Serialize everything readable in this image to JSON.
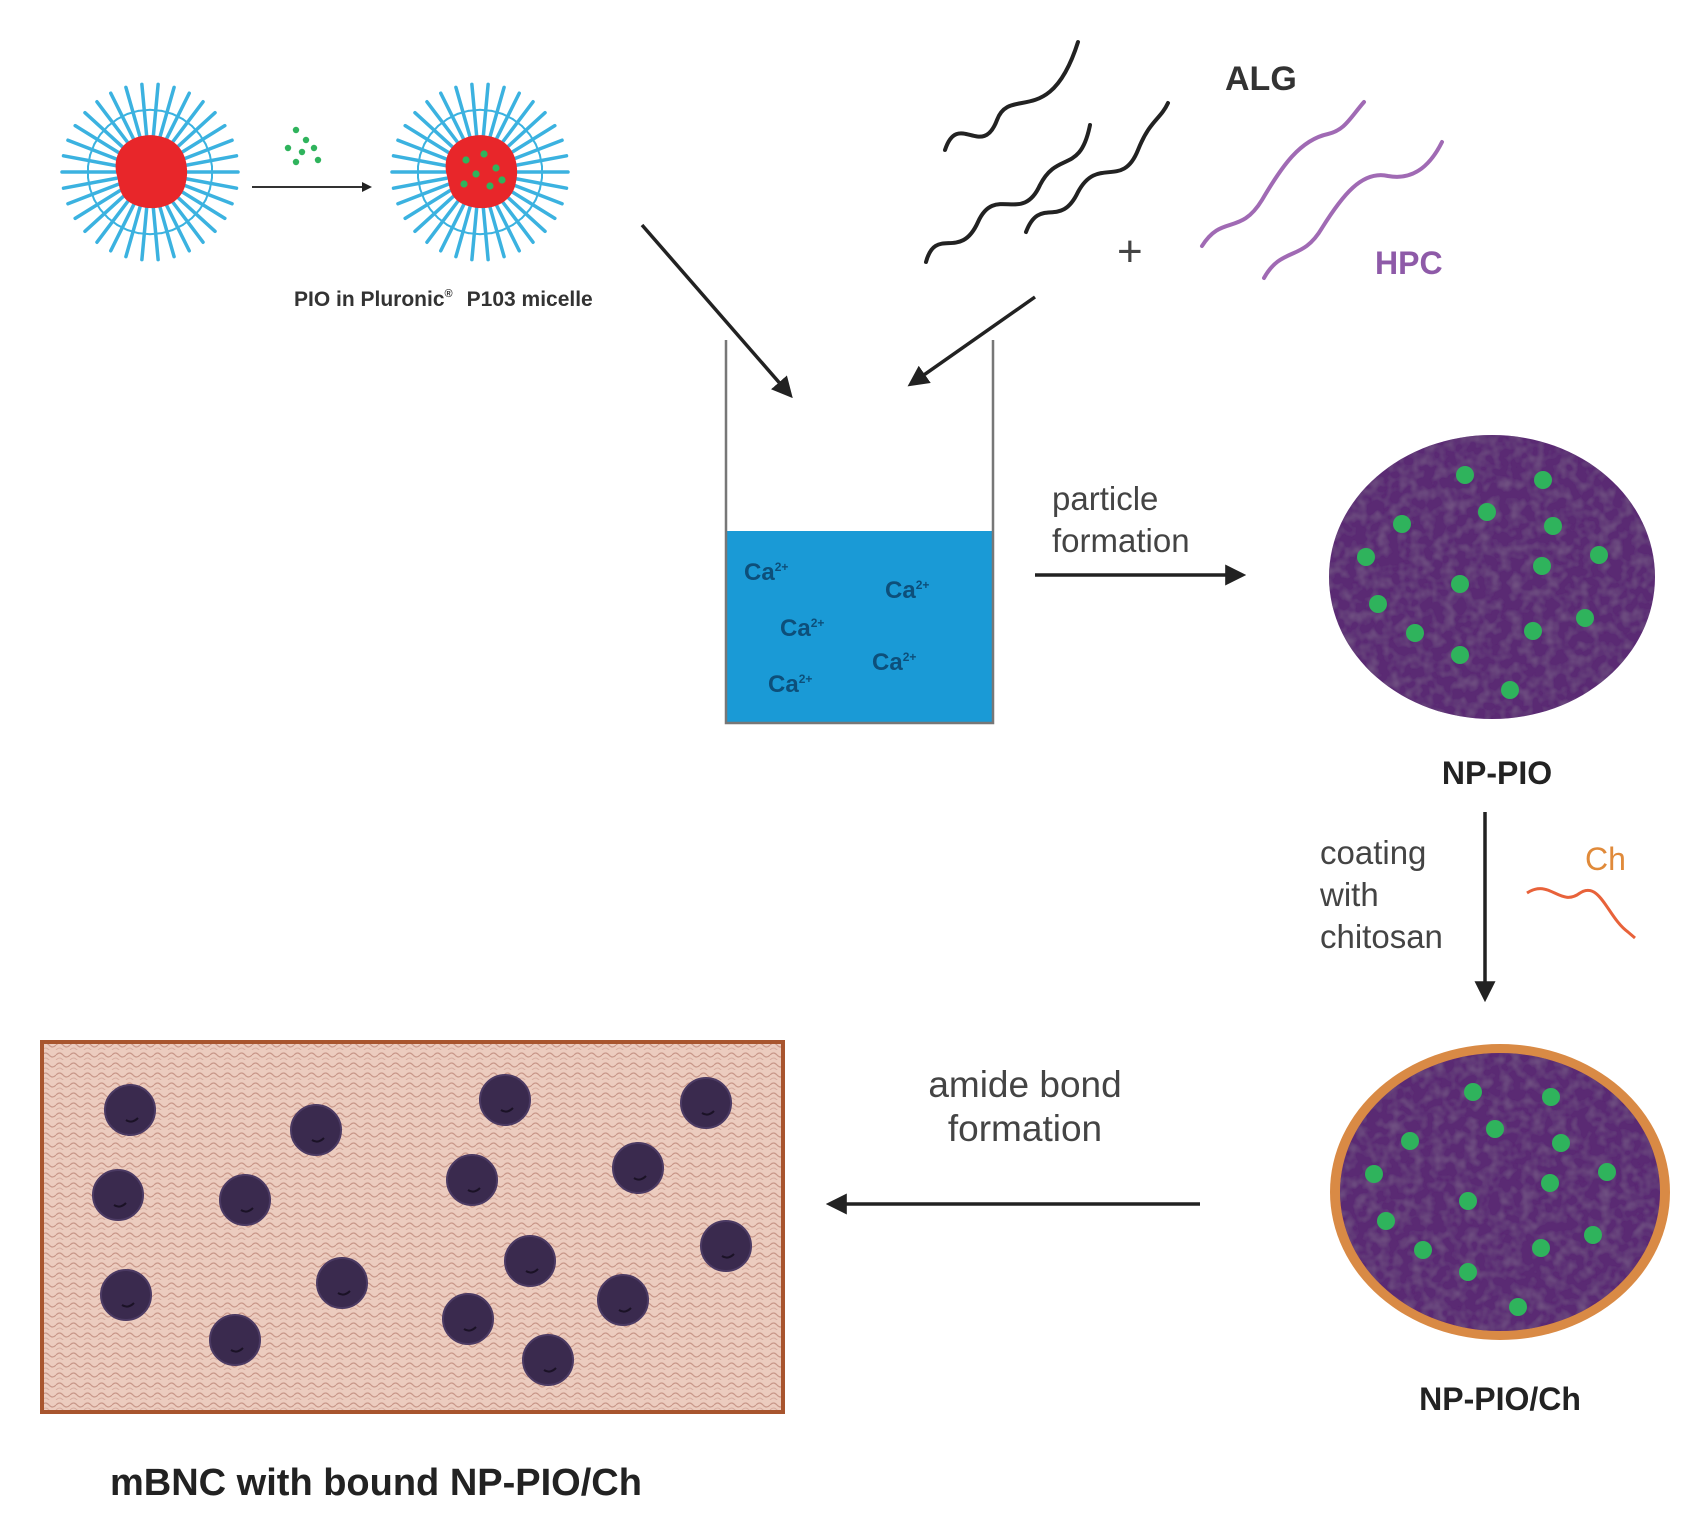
{
  "labels": {
    "alg": "ALG",
    "hpc": "HPC",
    "plus": "+",
    "micelle": "PIO in Pluronic",
    "micelle_tm": "®",
    "micelle_tail": "P103 micelle",
    "ion": "Ca",
    "ion_charge": "2+",
    "particle_formation_1": "particle",
    "particle_formation_2": "formation",
    "np_pio": "NP-PIO",
    "coating_1": "coating",
    "coating_2": "with",
    "coating_3": "chitosan",
    "ch": "Ch",
    "np_pio_ch": "NP-PIO/Ch",
    "amide_1": "amide bond",
    "amide_2": "formation",
    "mbnc": "mBNC with bound NP-PIO/Ch"
  },
  "colors": {
    "micelle_core": "#e8262a",
    "micelle_shell": "#3bb2e0",
    "drug": "#2fb35c",
    "alg_chain": "#222222",
    "hpc_chain": "#a06ab4",
    "hpc_text": "#8e5aa8",
    "ch_chain": "#e8623a",
    "ch_text": "#e08a3a",
    "solution": "#1a9ad6",
    "ion_text": "#0d4f7a",
    "particle": "#5a2a73",
    "particle_dark": "#2a1838",
    "coating": "#d98a45",
    "mbnc_fill": "#e8c4b4",
    "mbnc_border": "#a8552e",
    "bound_np": "#3a2a4e",
    "arrow": "#333333",
    "text": "#333333"
  }
}
